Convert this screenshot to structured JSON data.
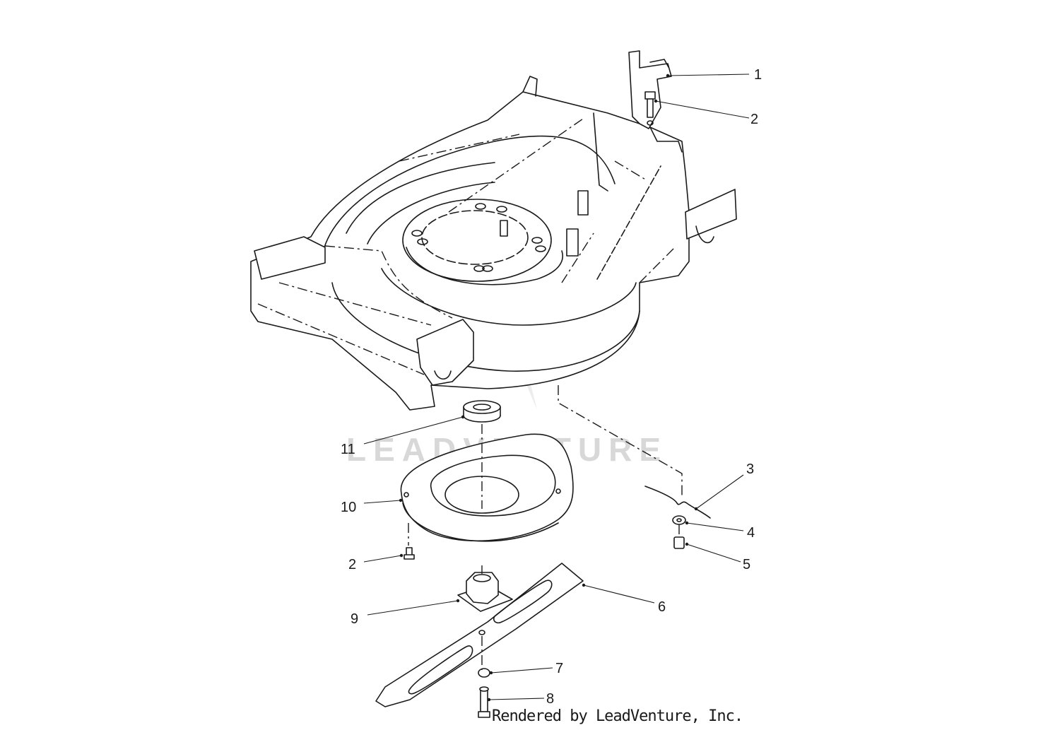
{
  "watermark": "LEADVENTURE",
  "credit": "Rendered by LeadVenture, Inc.",
  "callouts": [
    "1",
    "2",
    "3",
    "4",
    "5",
    "6",
    "7",
    "8",
    "9",
    "10",
    "11",
    "2"
  ]
}
